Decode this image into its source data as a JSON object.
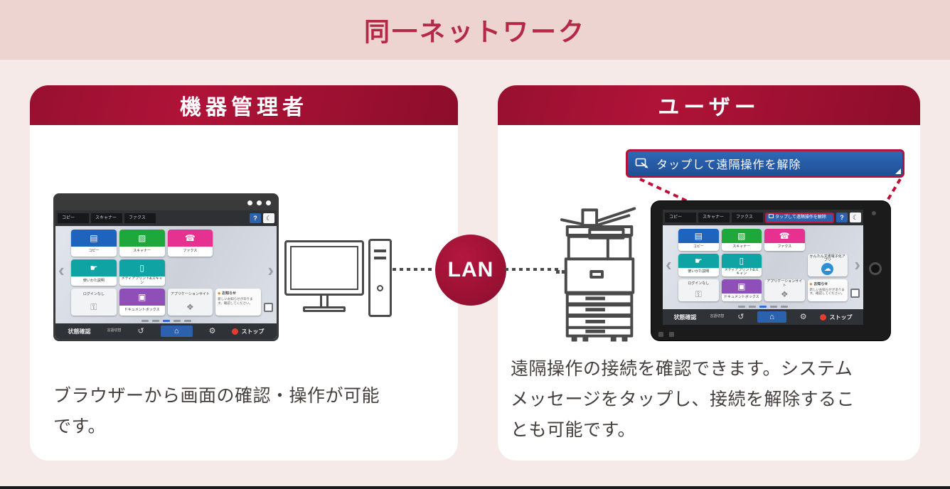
{
  "header": {
    "title": "同一ネットワーク"
  },
  "colors": {
    "band_pink": "#eed4d1",
    "background_pink": "#f6eae8",
    "accent_red": "#b01338",
    "highlight_red": "#c4133c",
    "lan_red": "#9d1134",
    "callout_blue": "#2a62b0"
  },
  "cards": {
    "admin": {
      "title": "機器管理者",
      "description": "ブラウザーから画面の確認・操作が可能\nです。"
    },
    "user": {
      "title": "ユーザー",
      "description": "遠隔操作の接続を確認できます。システム\nメッセージをタップし、接続を解除するこ\nとも可能です。"
    }
  },
  "lan": {
    "label": "LAN"
  },
  "callout": {
    "icon": "remote-release-icon",
    "text": "タップして遠隔操作を解除"
  },
  "panel": {
    "tabs": [
      {
        "label": "コピー"
      },
      {
        "label": "スキャナー"
      },
      {
        "label": "ファクス"
      }
    ],
    "help_button": "?",
    "energy_saver_icon": "☾",
    "message_bar": {
      "text": "タップして遠隔操作を解除"
    },
    "page_dots": {
      "count": 5,
      "active_index": 2
    },
    "bottom_bar": {
      "status": "状態確認",
      "language": "言語切替",
      "undo_icon": "↺",
      "home_icon": "⌂",
      "settings_icon": "⚙",
      "stop": "ストップ"
    },
    "tiles_admin": [
      {
        "name": "copy",
        "label": "コピー",
        "icon": "copy-icon",
        "glyph": "▤",
        "color": "#1e63bd",
        "type": "color",
        "row": 1,
        "col": 1
      },
      {
        "name": "scanner",
        "label": "スキャナー",
        "icon": "scanner-icon",
        "glyph": "▧",
        "color": "#1ea83c",
        "type": "color",
        "row": 1,
        "col": 2
      },
      {
        "name": "fax",
        "label": "ファクス",
        "icon": "fax-icon",
        "glyph": "☎",
        "color": "#e73190",
        "type": "color",
        "row": 1,
        "col": 3
      },
      {
        "name": "guide",
        "label": "使いかた説明",
        "icon": "hand-icon",
        "glyph": "☛",
        "color": "#0fa3a3",
        "type": "color",
        "row": 2,
        "col": 1
      },
      {
        "name": "media-print",
        "label": "メディアプリント&スキャン",
        "icon": "usb-icon",
        "glyph": "▯",
        "color": "#0fa3a3",
        "type": "color",
        "row": 2,
        "col": 2
      },
      {
        "name": "login",
        "label": "ログインなし",
        "icon": "lock-icon",
        "glyph": "⚿",
        "type": "plain",
        "row": 3,
        "col": 1
      },
      {
        "name": "document-box",
        "label": "ドキュメントボックス",
        "icon": "docbox-icon",
        "glyph": "▣",
        "color": "#8e4fb8",
        "type": "color",
        "row": 3,
        "col": 2
      },
      {
        "name": "app-site",
        "label": "アプリケーションサイト",
        "icon": "bag-icon",
        "glyph": "❖",
        "type": "plain",
        "row": 3,
        "col": 3
      },
      {
        "name": "notice",
        "title": "お知らせ",
        "body": "新しいお知らせがあります。確認してください。",
        "icon": "notice-icon",
        "type": "notice",
        "row": 3,
        "col": 4
      }
    ],
    "tiles_user": [
      {
        "name": "copy",
        "label": "コピー",
        "icon": "copy-icon",
        "glyph": "▤",
        "color": "#1e63bd",
        "type": "color",
        "row": 1,
        "col": 1
      },
      {
        "name": "scanner",
        "label": "スキャナー",
        "icon": "scanner-icon",
        "glyph": "▧",
        "color": "#1ea83c",
        "type": "color",
        "row": 1,
        "col": 2
      },
      {
        "name": "fax",
        "label": "ファクス",
        "icon": "fax-icon",
        "glyph": "☎",
        "color": "#e73190",
        "type": "color",
        "row": 1,
        "col": 3
      },
      {
        "name": "guide",
        "label": "使いかた説明",
        "icon": "hand-icon",
        "glyph": "☛",
        "color": "#0fa3a3",
        "type": "color",
        "row": 2,
        "col": 1
      },
      {
        "name": "media-print",
        "label": "メディアプリント&スキャン",
        "icon": "usb-icon",
        "glyph": "▯",
        "color": "#0fa3a3",
        "type": "color",
        "row": 2,
        "col": 2
      },
      {
        "name": "easy-digitize",
        "label": "かんたん文書電子化アプリ",
        "icon": "cloud-icon",
        "glyph": "☁",
        "type": "cloud",
        "row": 2,
        "col": 4
      },
      {
        "name": "login",
        "label": "ログインなし",
        "icon": "lock-icon",
        "glyph": "⚿",
        "type": "plain",
        "row": 3,
        "col": 1
      },
      {
        "name": "document-box",
        "label": "ドキュメントボックス",
        "icon": "docbox-icon",
        "glyph": "▣",
        "color": "#8e4fb8",
        "type": "color",
        "row": 3,
        "col": 2
      },
      {
        "name": "app-site",
        "label": "アプリケーションサイト",
        "icon": "bag-icon",
        "glyph": "❖",
        "type": "plain",
        "row": 3,
        "col": 3
      },
      {
        "name": "notice",
        "title": "お知らせ",
        "body": "新しいお知らせがあります。確認してください。",
        "icon": "notice-icon",
        "type": "notice",
        "row": 3,
        "col": 4
      }
    ]
  }
}
